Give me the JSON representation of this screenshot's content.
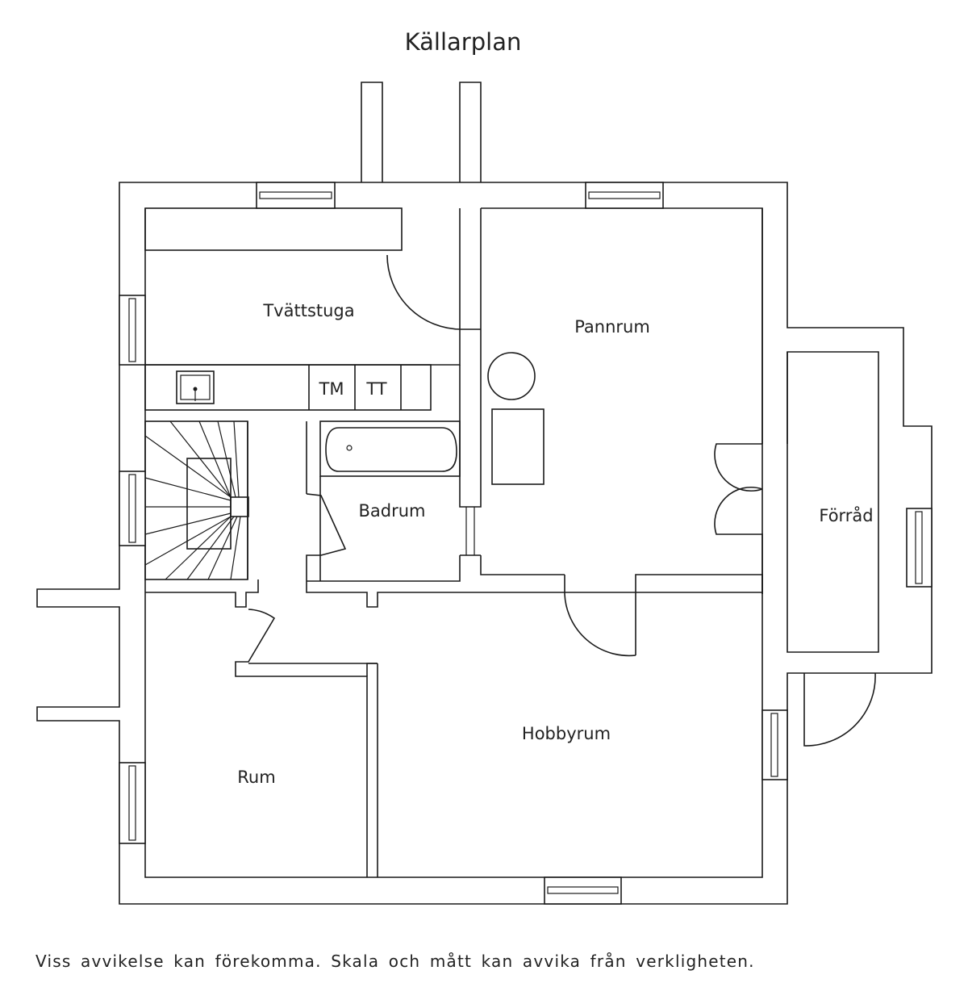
{
  "title": "Källarplan",
  "rooms": {
    "tvattstuga": "Tvättstuga",
    "pannrum": "Pannrum",
    "badrum": "Badrum",
    "forrad": "Förråd",
    "hobbyrum": "Hobbyrum",
    "rum": "Rum"
  },
  "fixtures": {
    "tm": "TM",
    "tt": "TT"
  },
  "disclaimer": "Viss avvikelse kan förekomma. Skala och mått kan avvika från verkligheten.",
  "icons": [
    "sink-icon",
    "bathtub-icon",
    "boiler-icon",
    "staircase-icon",
    "window-icon",
    "door-icon"
  ]
}
